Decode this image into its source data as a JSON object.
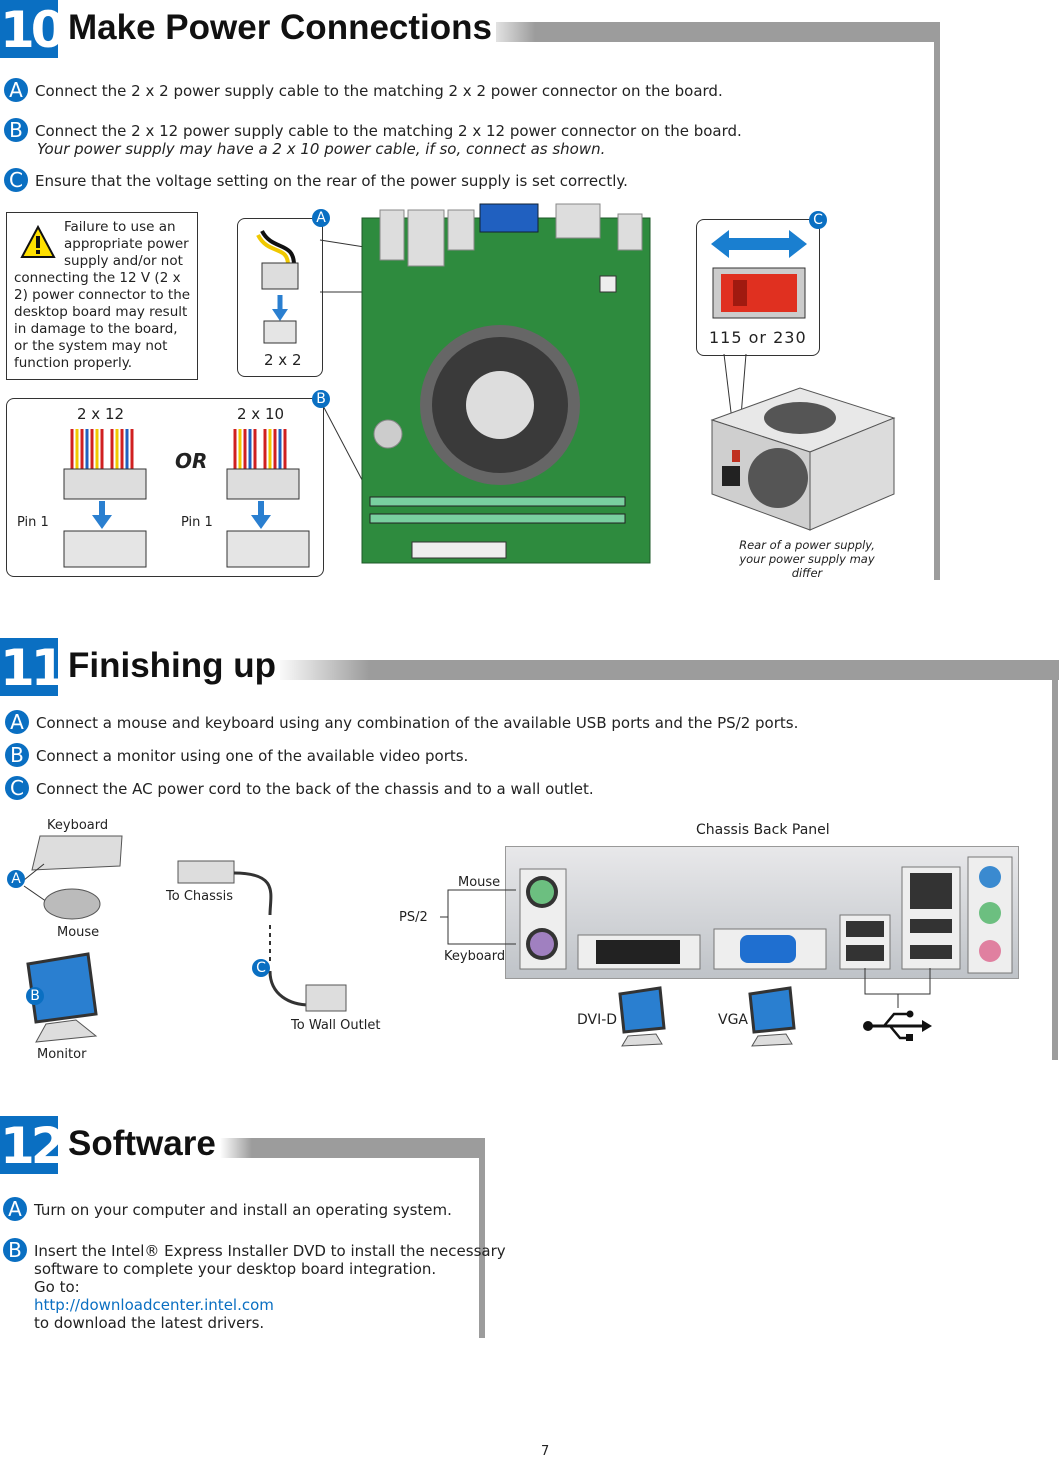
{
  "sections": [
    {
      "number": "10",
      "title": "Make Power Connections",
      "steps": [
        {
          "badge": "A",
          "text": "Connect the 2 x 2 power supply cable to the matching 2 x 2 power connector on the board."
        },
        {
          "badge": "B",
          "text": "Connect the 2 x 12 power supply cable to the matching 2 x 12 power connector on the board.",
          "note": "Your power supply may have a 2 x 10 power cable, if so, connect as shown."
        },
        {
          "badge": "C",
          "text": "Ensure that the voltage setting on the rear of the power supply is set correctly."
        }
      ],
      "warning": "Failure to use an appropriate power supply and/or not connecting the 12 V (2 x 2) power connector to the desktop board may result in damage to the board, or the system may not function properly.",
      "labels": {
        "a": "A",
        "b": "B",
        "c": "C",
        "two_by_two": "2 x 2",
        "two_by_twelve": "2 x 12",
        "two_by_ten": "2 x 10",
        "or": "OR",
        "pin1": "Pin 1",
        "voltage": "115  or  230",
        "psu_caption": "Rear of a power supply, your power supply may differ"
      }
    },
    {
      "number": "11",
      "title": "Finishing up",
      "steps": [
        {
          "badge": "A",
          "text": "Connect a mouse and keyboard using any combination of the available USB ports and the PS/2 ports."
        },
        {
          "badge": "B",
          "text": "Connect a monitor using one of the available video ports."
        },
        {
          "badge": "C",
          "text": "Connect the AC power cord to the back of the chassis and to a wall outlet."
        }
      ],
      "labels": {
        "keyboard": "Keyboard",
        "mouse": "Mouse",
        "monitor": "Monitor",
        "to_chassis": "To Chassis",
        "to_wall": "To Wall Outlet",
        "panel_title": "Chassis Back Panel",
        "ps2": "PS/2",
        "ps2_mouse": "Mouse",
        "ps2_keyboard": "Keyboard",
        "dvi": "DVI-D",
        "vga": "VGA",
        "a": "A",
        "b": "B",
        "c": "C"
      }
    },
    {
      "number": "12",
      "title": "Software",
      "steps": [
        {
          "badge": "A",
          "text": "Turn on your computer and install an operating system."
        },
        {
          "badge": "B",
          "lines": [
            "Insert the Intel® Express Installer DVD to install the necessary",
            "software to complete your desktop board integration.",
            "Go to:"
          ],
          "link": "http://downloadcenter.intel.com",
          "after": "to download the latest drivers."
        }
      ]
    }
  ],
  "page_number": "7",
  "colors": {
    "accent": "#0a6fc2",
    "bar": "#9c9c9c",
    "board": "#2e8b3e"
  }
}
